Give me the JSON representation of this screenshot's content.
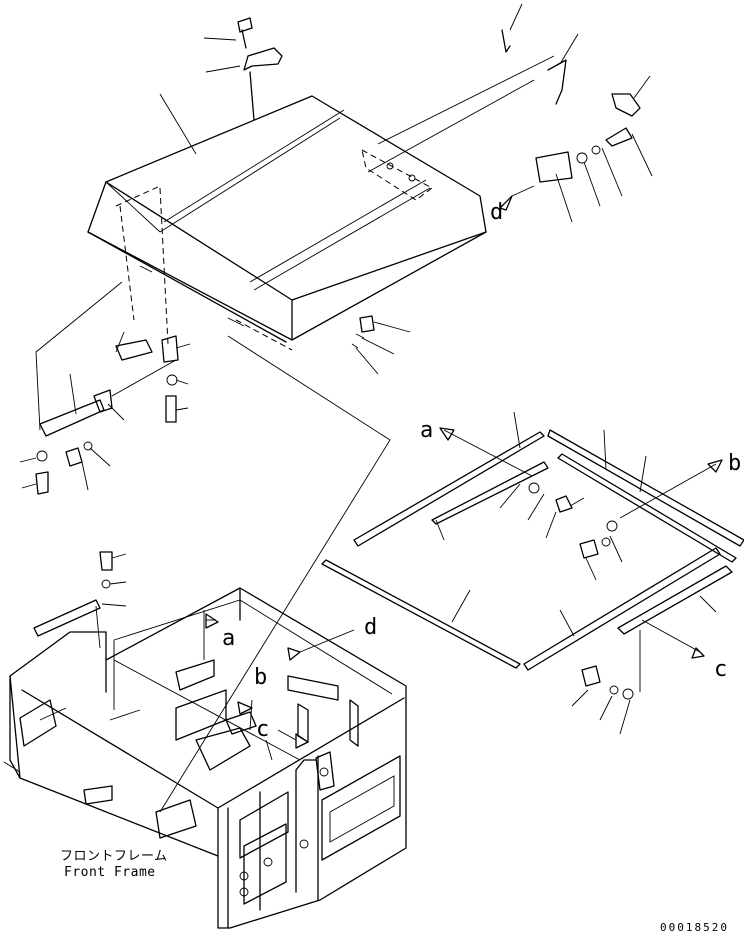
{
  "reference_labels": {
    "a": "a",
    "b": "b",
    "c": "c",
    "d": "d"
  },
  "caption": {
    "japanese": "フロントフレーム",
    "english": "Front Frame"
  },
  "figure_code": "00018520"
}
